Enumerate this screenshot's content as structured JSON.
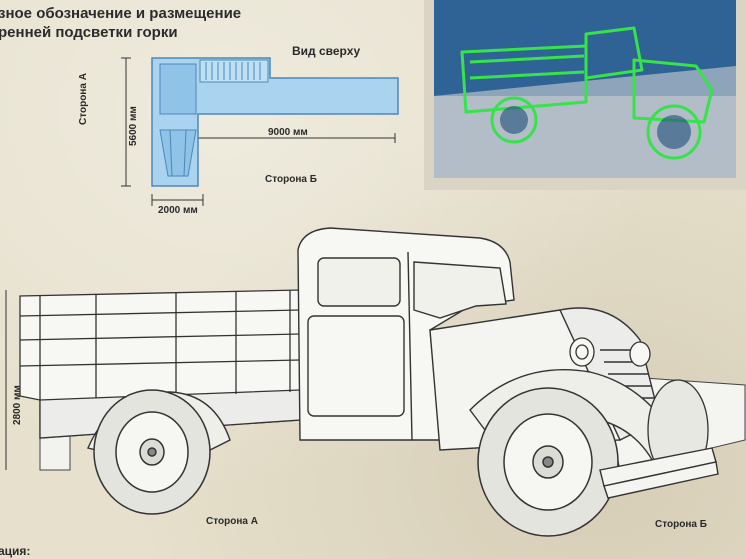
{
  "title": {
    "line1": "зное обозначение и размещение",
    "line2": "ренней подсветки горки"
  },
  "top_view": {
    "view_label": "Вид сверху",
    "side_a": "Сторона А",
    "side_b": "Сторона Б",
    "dim_length": "9000 мм",
    "dim_height": "5600 мм",
    "dim_width": "2000 мм"
  },
  "side_view": {
    "side_a": "Сторона А",
    "side_b": "Сторона Б",
    "height_dim": "2800 мм"
  },
  "footer": {
    "text": "ация:"
  },
  "colors": {
    "paper": "#e6e0cc",
    "plan_fill": "#a9d3ee",
    "plan_stroke": "#4e87b8",
    "neon": "#37e24a",
    "render_bg": "#2f6396"
  }
}
